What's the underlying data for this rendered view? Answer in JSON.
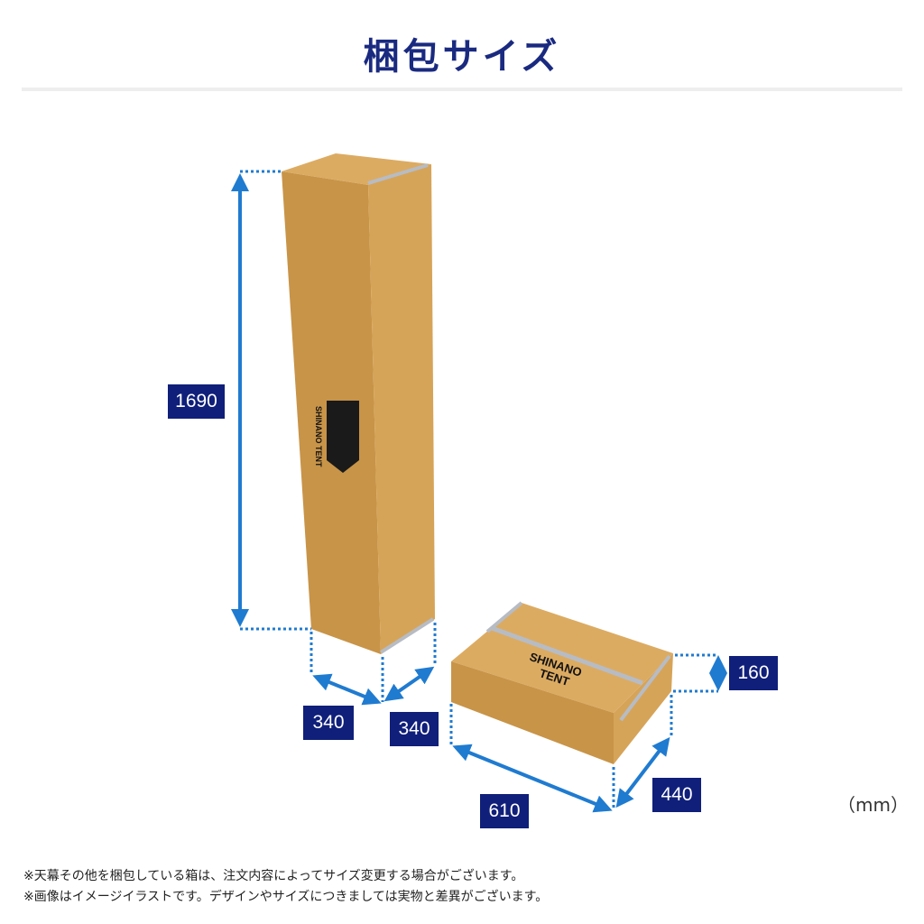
{
  "title": "梱包サイズ",
  "colors": {
    "title": "#1a2a80",
    "label_bg": "#0f1f7a",
    "dimension_line": "#1f7bd0",
    "box_front": "#c89448",
    "box_side": "#d6a458",
    "box_top": "#dcab62",
    "tape": "#b7bcc4"
  },
  "dimensions": {
    "tall_height": "1690",
    "tall_width_a": "340",
    "tall_width_b": "340",
    "flat_height": "160",
    "flat_length": "610",
    "flat_width": "440"
  },
  "box_markings": {
    "tall_logo": "SHINANO TENT",
    "flat_logo_line1": "SHINANO",
    "flat_logo_line2": "TENT"
  },
  "unit": "（mm）",
  "notes": [
    "※天幕その他を梱包している箱は、注文内容によってサイズ変更する場合がございます。",
    "※画像はイメージイラストです。デザインやサイズにつきましては実物と差異がございます。"
  ]
}
